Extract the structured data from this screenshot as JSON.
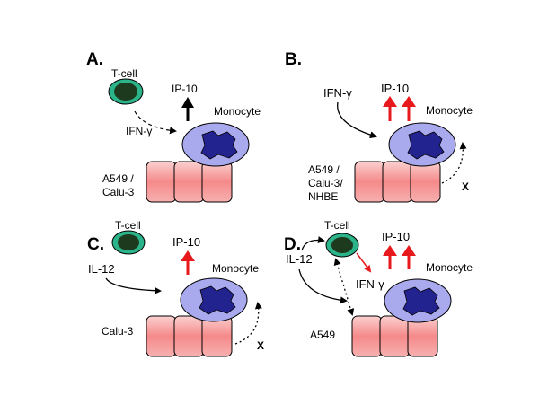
{
  "colors": {
    "epithelium_fill": "#f39a9a",
    "epithelium_light": "#fbd3d3",
    "monocyte_outer": "#a9a9ee",
    "monocyte_nucleus": "#23238f",
    "tcell_outer": "#2bb38a",
    "tcell_inner": "#1e3a1e",
    "red_arrow": "#e8191c",
    "black": "#000000"
  },
  "panels": [
    {
      "id": "A",
      "letter": "A.",
      "tcell": "T-cell",
      "ifn": "IFN-γ",
      "ip10": "IP-10",
      "monocyte": "Monocyte",
      "cells": [
        "A549 /",
        "Calu-3"
      ]
    },
    {
      "id": "B",
      "letter": "B.",
      "ifn": "IFN-γ",
      "ip10": "IP-10",
      "monocyte": "Monocyte",
      "cells": [
        "A549 /",
        "Calu-3/",
        "NHBE"
      ],
      "x_mark": "X"
    },
    {
      "id": "C",
      "letter": "C.",
      "tcell": "T-cell",
      "il12": "IL-12",
      "ip10": "IP-10",
      "monocyte": "Monocyte",
      "cells": [
        "Calu-3"
      ],
      "x_mark": "X"
    },
    {
      "id": "D",
      "letter": "D.",
      "tcell": "T-cell",
      "il12": "IL-12",
      "ifn": "IFN-γ",
      "ip10": "IP-10",
      "monocyte": "Monocyte",
      "cells": [
        "A549"
      ]
    }
  ]
}
